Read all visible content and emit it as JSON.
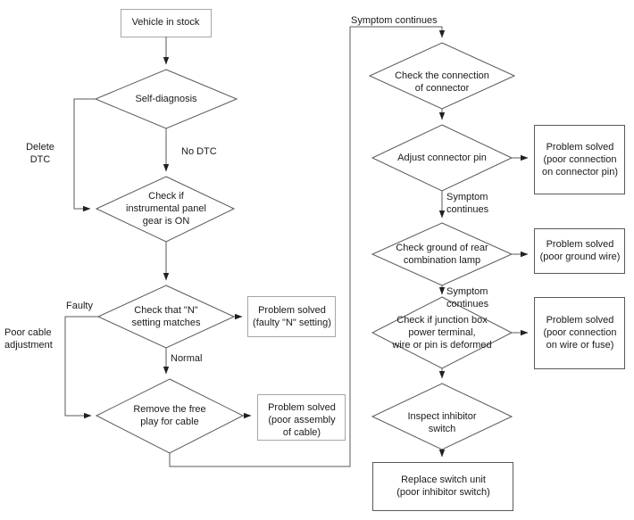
{
  "diagram": {
    "title": "Inhibitor switch / gear indicator troubleshooting flowchart",
    "stroke_color": "#595959",
    "box_stroke_color": "#a6a6a6",
    "text_color": "#1a1a1a",
    "background": "#ffffff"
  },
  "left_column": {
    "start_box": {
      "label": "Vehicle in stock"
    },
    "decisions": [
      {
        "label": "Self-diagnosis"
      },
      {
        "label": "Check if\ninstrumental panel\ngear is ON"
      },
      {
        "label": "Check that \"N\"\nsetting matches"
      },
      {
        "label": "Remove the free\nplay for cable"
      }
    ],
    "outcome_boxes": [
      {
        "label": "Problem solved\n(faulty \"N\" setting)"
      },
      {
        "label": "Problem solved\n(poor assembly\nof cable)"
      }
    ],
    "edge_labels": [
      {
        "label": "Delete\nDTC"
      },
      {
        "label": "No DTC"
      },
      {
        "label": "Faulty"
      },
      {
        "label": "Normal"
      },
      {
        "label": "Poor cable\nadjustment"
      }
    ]
  },
  "right_column": {
    "top_label": "Symptom continues",
    "decisions": [
      {
        "label": "Check the connection\nof connector"
      },
      {
        "label": "Adjust connector pin"
      },
      {
        "label": "Check ground of rear\ncombination lamp"
      },
      {
        "label": "Check if junction box\npower terminal,\nwire or pin is deformed"
      },
      {
        "label": "Inspect inhibitor\nswitch"
      }
    ],
    "outcome_boxes": [
      {
        "label": "Problem solved\n(poor connection\non connector pin)"
      },
      {
        "label": "Problem solved\n(poor ground wire)"
      },
      {
        "label": "Problem solved\n(poor connection\non wire or fuse)"
      }
    ],
    "end_box": {
      "label": "Replace switch unit\n(poor inhibitor switch)"
    },
    "edge_labels": [
      {
        "label": "Symptom\ncontinues"
      },
      {
        "label": "Symptom\ncontinues"
      }
    ]
  }
}
